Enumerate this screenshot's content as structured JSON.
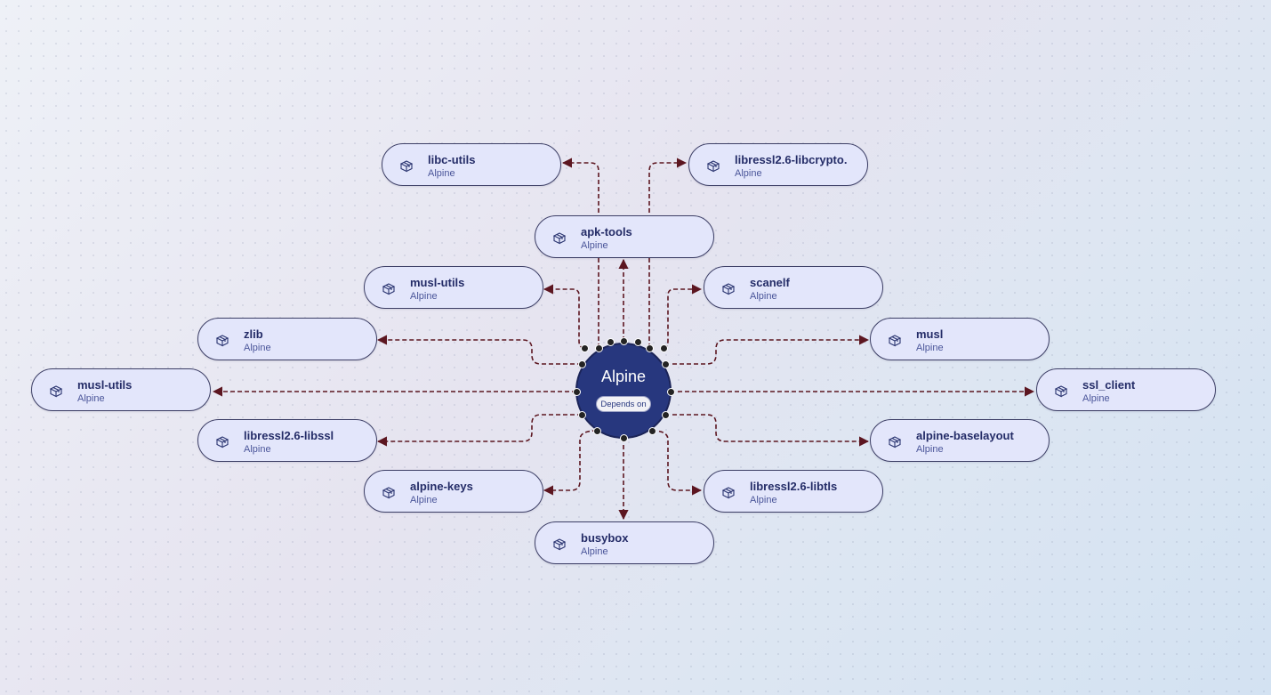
{
  "center": {
    "title": "Alpine",
    "badge": "Depends on"
  },
  "colors": {
    "edge": "#5c1620",
    "node_fill": "#e3e6fb",
    "center_fill": "#27377e"
  },
  "node_icon": "package-icon",
  "nodes": [
    {
      "id": "libc-utils",
      "name": "libc-utils",
      "sub": "Alpine"
    },
    {
      "id": "libressl-libcrypto",
      "name": "libressl2.6-libcrypto.",
      "sub": "Alpine"
    },
    {
      "id": "apk-tools",
      "name": "apk-tools",
      "sub": "Alpine"
    },
    {
      "id": "musl-utils-1",
      "name": "musl-utils",
      "sub": "Alpine"
    },
    {
      "id": "scanelf",
      "name": "scanelf",
      "sub": "Alpine"
    },
    {
      "id": "zlib",
      "name": "zlib",
      "sub": "Alpine"
    },
    {
      "id": "musl",
      "name": "musl",
      "sub": "Alpine"
    },
    {
      "id": "musl-utils-2",
      "name": "musl-utils",
      "sub": "Alpine"
    },
    {
      "id": "ssl-client",
      "name": "ssl_client",
      "sub": "Alpine"
    },
    {
      "id": "libressl-libssl",
      "name": "libressl2.6-libssl",
      "sub": "Alpine"
    },
    {
      "id": "alpine-baselayout",
      "name": "alpine-baselayout",
      "sub": "Alpine"
    },
    {
      "id": "alpine-keys",
      "name": "alpine-keys",
      "sub": "Alpine"
    },
    {
      "id": "libressl-libtls",
      "name": "libressl2.6-libtls",
      "sub": "Alpine"
    },
    {
      "id": "busybox",
      "name": "busybox",
      "sub": "Alpine"
    }
  ]
}
